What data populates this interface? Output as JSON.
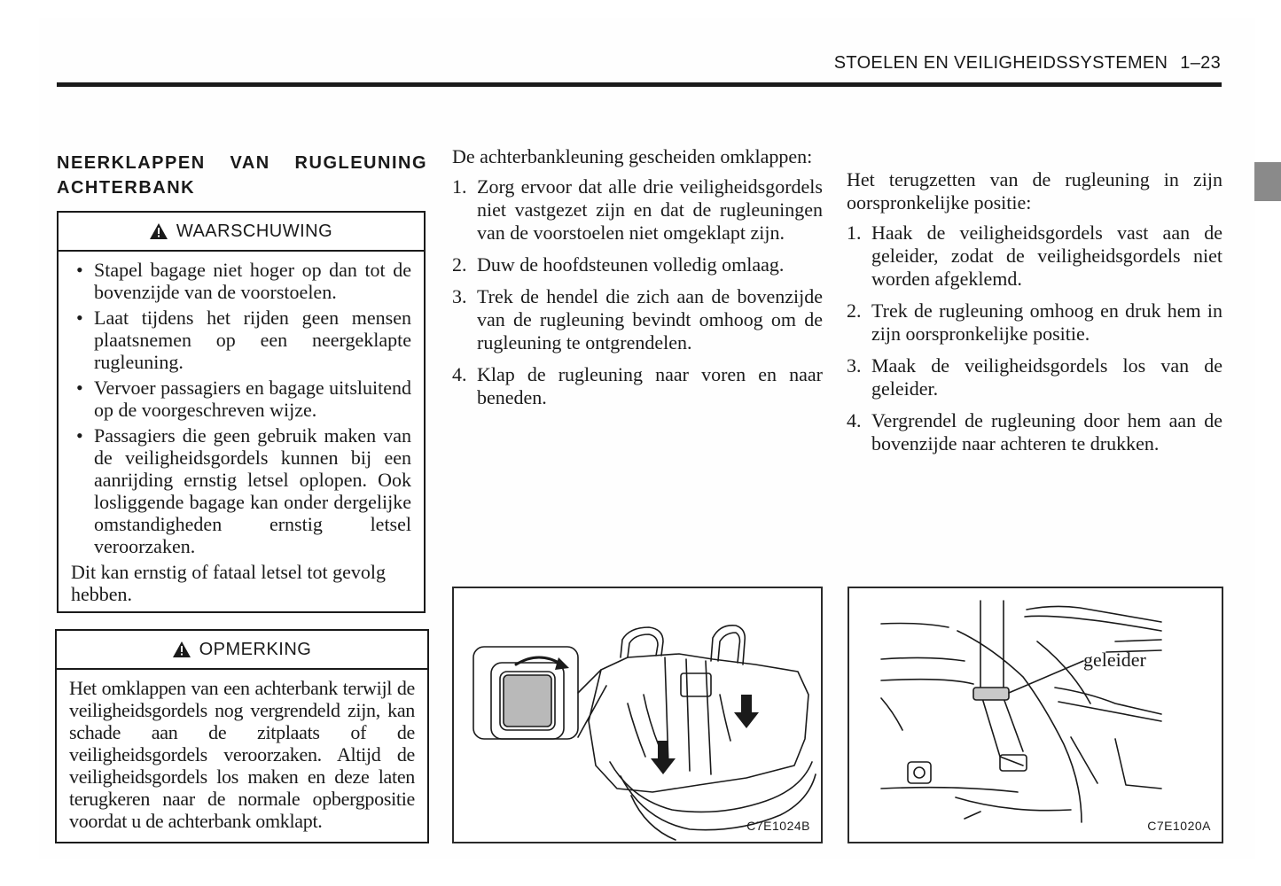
{
  "header": {
    "running_title": "STOELEN EN VEILIGHEIDSSYSTEMEN",
    "page_number": "1–23"
  },
  "section": {
    "title": "NEERKLAPPEN VAN RUGLEUNING ACHTERBANK"
  },
  "warning": {
    "icon": "warning-triangle-icon",
    "heading": "WAARSCHUWING",
    "bullets": [
      "Stapel bagage niet hoger op dan tot de bovenzijde van de voorstoelen.",
      "Laat tijdens het rijden geen mensen plaatsnemen op een neergeklapte rugleuning.",
      "Vervoer passagiers en bagage uitsluitend op de voorgeschreven wijze.",
      "Passagiers die geen gebruik maken van de veiligheidsgordels kunnen bij een aanrijding ernstig letsel oplopen. Ook losliggende bagage kan onder dergelijke omstandigheden ernstig letsel veroorzaken."
    ],
    "closing": "Dit kan ernstig of fataal letsel tot gevolg hebben."
  },
  "notice": {
    "icon": "warning-triangle-icon",
    "heading": "OPMERKING",
    "text": "Het omklappen van een achterbank terwijl de veiligheidsgordels nog vergrendeld zijn, kan schade aan de zitplaats of de veiligheidsgordels veroorzaken. Altijd de veiligheidsgordels los maken en deze laten terugkeren naar de normale opbergpositie voordat u de achterbank omklapt."
  },
  "fold_down": {
    "intro": "De achterbankleuning gescheiden omklappen:",
    "steps": [
      {
        "num": "1.",
        "text": "Zorg ervoor dat alle drie veiligheidsgordels niet vastgezet zijn en dat de rugleuningen van de voorstoelen niet omgeklapt zijn."
      },
      {
        "num": "2.",
        "text": "Duw de hoofdsteunen volledig omlaag."
      },
      {
        "num": "3.",
        "text": "Trek de hendel die zich aan de bovenzijde van de rugleuning bevindt omhoog om de rugleuning te ontgrendelen."
      },
      {
        "num": "4.",
        "text": "Klap de rugleuning naar voren en naar beneden."
      }
    ]
  },
  "restore": {
    "intro": "Het terugzetten van de rugleuning in zijn oorspronkelijke positie:",
    "steps": [
      {
        "num": "1.",
        "text": "Haak de veiligheidsgordels vast aan de geleider, zodat de veiligheidsgordels niet worden afgeklemd."
      },
      {
        "num": "2.",
        "text": "Trek de rugleuning omhoog en druk hem in zijn oorspronkelijke positie."
      },
      {
        "num": "3.",
        "text": "Maak de veiligheidsgordels los van de geleider."
      },
      {
        "num": "4.",
        "text": "Vergrendel de rugleuning door hem aan de bovenzijde naar achteren te drukken."
      }
    ]
  },
  "figures": {
    "seat_fold": {
      "code": "C7E1024B"
    },
    "belt_guide": {
      "code": "C7E1020A",
      "label": "geleider"
    }
  }
}
